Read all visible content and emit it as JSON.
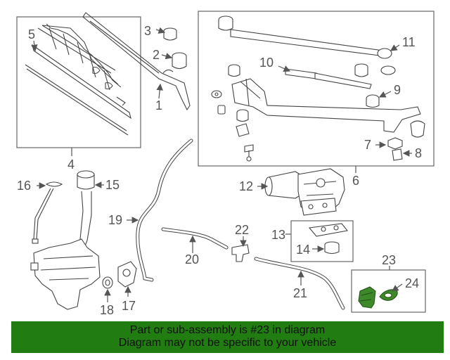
{
  "callouts": {
    "c1": "1",
    "c2": "2",
    "c3": "3",
    "c4": "4",
    "c5": "5",
    "c6": "6",
    "c7": "7",
    "c8": "8",
    "c9": "9",
    "c10": "10",
    "c11": "11",
    "c12": "12",
    "c13": "13",
    "c14": "14",
    "c15": "15",
    "c16": "16",
    "c17": "17",
    "c18": "18",
    "c19": "19",
    "c20": "20",
    "c21": "21",
    "c22": "22",
    "c23": "23",
    "c24": "24"
  },
  "highlight": {
    "color": "#3e8a2a",
    "part": "23"
  },
  "banner": {
    "line1": "Part or sub-assembly is #23 in diagram",
    "line2": "Diagram may not be specific to your vehicle",
    "color": "#217c12"
  }
}
